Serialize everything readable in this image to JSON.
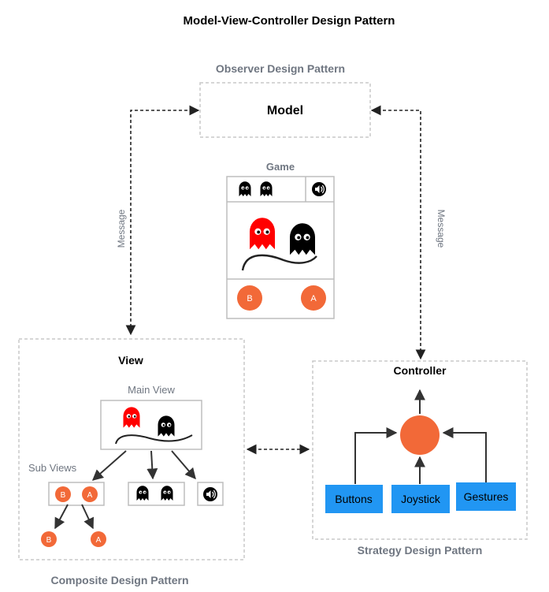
{
  "title": "Model-View-Controller Design Pattern",
  "observer_label": "Observer Design Pattern",
  "model_label": "Model",
  "message_left": "Message",
  "message_right": "Message",
  "game": {
    "label": "Game",
    "button_b": "B",
    "button_a": "A"
  },
  "view": {
    "label": "View",
    "main_view_label": "Main View",
    "sub_views_label": "Sub Views",
    "sub_b": "B",
    "sub_a": "A",
    "leaf_b": "B",
    "leaf_a": "A",
    "pattern_label": "Composite Design Pattern"
  },
  "controller": {
    "label": "Controller",
    "buttons": [
      "Buttons",
      "Joystick",
      "Gestures"
    ],
    "pattern_label": "Strategy Design Pattern"
  },
  "colors": {
    "orange": "#f26938",
    "blue": "#2196f3",
    "dash_border": "#c8c8c8",
    "gray_text": "#6f7681",
    "ghost_red": "#ff0000",
    "ghost_black": "#000000"
  }
}
